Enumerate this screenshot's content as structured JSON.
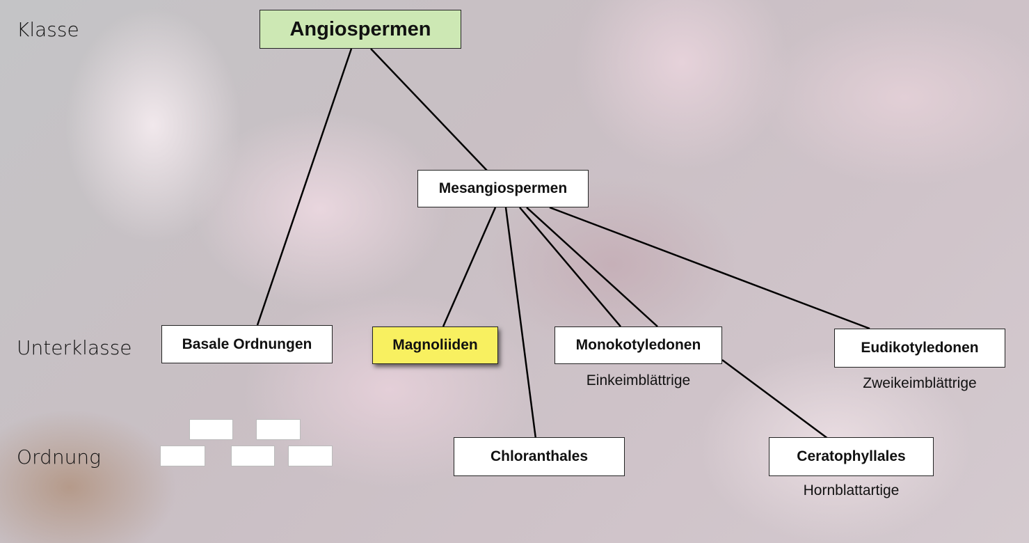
{
  "levels": {
    "class": "Klasse",
    "subclass": "Unterklasse",
    "order": "Ordnung"
  },
  "nodes": {
    "angiospermen": {
      "label": "Angiospermen",
      "fill": "#cde8b4"
    },
    "mesangiospermen": {
      "label": "Mesangiospermen"
    },
    "basale": {
      "label": "Basale Ordnungen"
    },
    "magnoliiden": {
      "label": "Magnoliiden",
      "fill": "#f8f060"
    },
    "monokotyledonen": {
      "label": "Monokotyledonen",
      "sublabel": "Einkeimblättrige"
    },
    "eudikotyledonen": {
      "label": "Eudikotyledonen",
      "sublabel": "Zweikeimblättrige"
    },
    "chloranthales": {
      "label": "Chloranthales"
    },
    "ceratophyllales": {
      "label": "Ceratophyllales",
      "sublabel": "Hornblattartige"
    }
  },
  "edges": [
    [
      "angiospermen",
      "basale"
    ],
    [
      "angiospermen",
      "mesangiospermen"
    ],
    [
      "mesangiospermen",
      "magnoliiden"
    ],
    [
      "mesangiospermen",
      "chloranthales"
    ],
    [
      "mesangiospermen",
      "monokotyledonen"
    ],
    [
      "mesangiospermen",
      "eudikotyledonen"
    ],
    [
      "monokotyledonen",
      "ceratophyllales"
    ]
  ],
  "placeholder_count": 5
}
